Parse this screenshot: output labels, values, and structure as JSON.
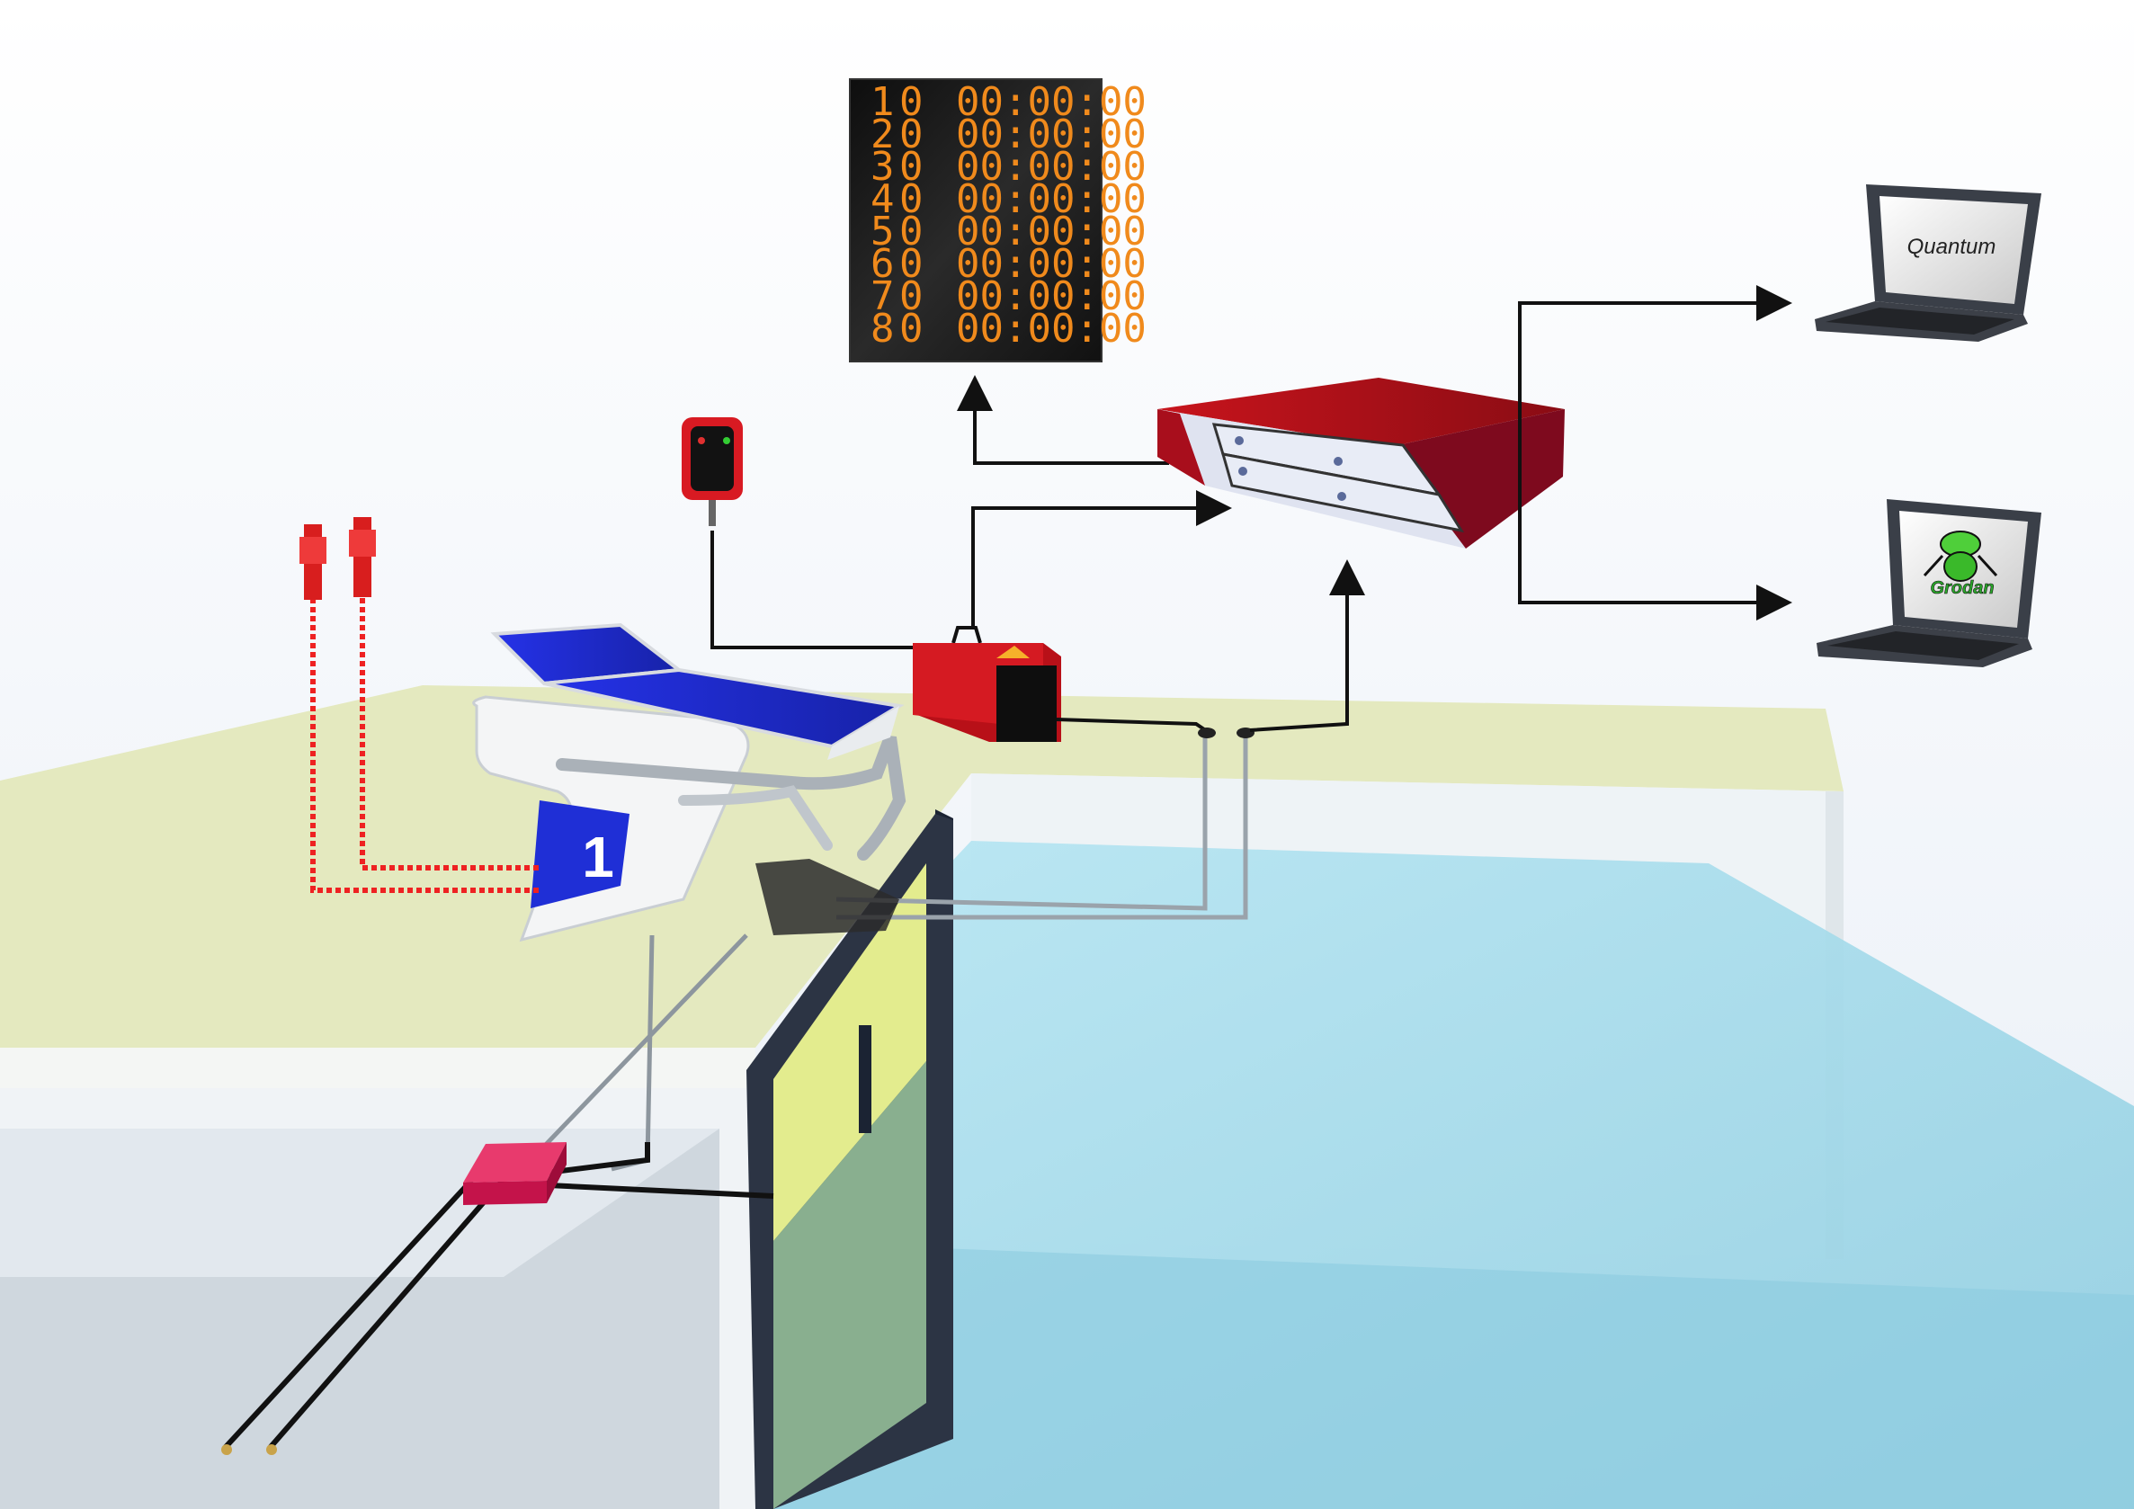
{
  "scoreboard": {
    "rows": [
      {
        "lane": "1",
        "place": "0",
        "time": "00:00:00"
      },
      {
        "lane": "2",
        "place": "0",
        "time": "00:00:00"
      },
      {
        "lane": "3",
        "place": "0",
        "time": "00:00:00"
      },
      {
        "lane": "4",
        "place": "0",
        "time": "00:00:00"
      },
      {
        "lane": "5",
        "place": "0",
        "time": "00:00:00"
      },
      {
        "lane": "6",
        "place": "0",
        "time": "00:00:00"
      },
      {
        "lane": "7",
        "place": "0",
        "time": "00:00:00"
      },
      {
        "lane": "8",
        "place": "0",
        "time": "00:00:00"
      }
    ],
    "digit_color": "#f08a1c",
    "background_color": "#1a1a1a"
  },
  "starting_block": {
    "lane_number": "1",
    "top_color": "#1f2fd6"
  },
  "laptops": [
    {
      "screen_text": "Quantum"
    },
    {
      "screen_text": "Grodan",
      "logo": "frog-logo"
    }
  ],
  "timing_console": {
    "color": "#b8101e"
  },
  "colors": {
    "deck": "#e4e9bf",
    "water": "#9fd9ea",
    "device_red": "#c8141c",
    "touchpad_yellow": "#e3ec8e",
    "cable_red": "#ee2222",
    "cable_black": "#111111"
  },
  "icons": [
    "scoreboard-icon",
    "starting-block-icon",
    "start-light-icon",
    "speaker-icon",
    "timer-console-icon",
    "laptop-icon",
    "junction-box-icon",
    "touchpad-icon",
    "arrow-icon"
  ]
}
